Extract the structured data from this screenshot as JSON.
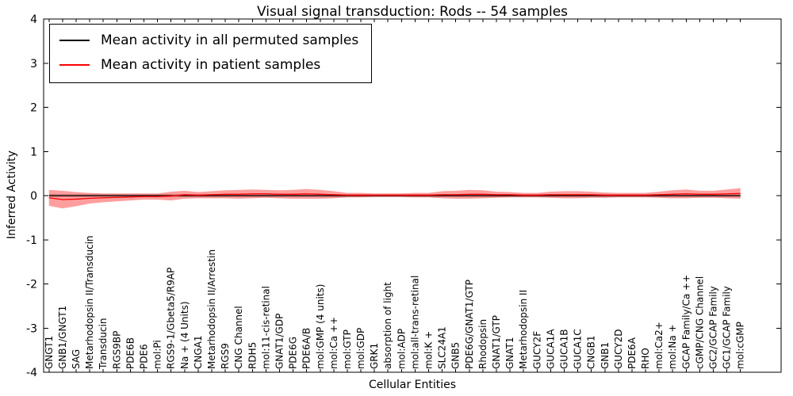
{
  "figure": {
    "background": "#ffffff"
  },
  "chart_data": {
    "type": "line",
    "title": "Visual signal transduction: Rods -- 54 samples",
    "xlabel": "Cellular Entities",
    "ylabel": "Inferred Activity",
    "ylim": [
      -4,
      4
    ],
    "xlim": [
      -0.4,
      54
    ],
    "yticks": [
      -4,
      -3,
      -2,
      -1,
      0,
      1,
      2,
      3,
      4
    ],
    "grid": false,
    "legend_position": "upper left",
    "categories": [
      "GNGT1",
      "GNB1/GNGT1",
      "SAG",
      "Metarhodopsin II/Transducin",
      "Transducin",
      "RGS9BP",
      "PDE6B",
      "PDE6",
      "mol:Pi",
      "RGS9-1/Gbeta5/R9AP",
      "Na + (4 Units)",
      "CNGA1",
      "Metarhodopsin II/Arrestin",
      "RGS9",
      "CNG Channel",
      "RDH5",
      "mol:11-cis-retinal",
      "GNAT1/GDP",
      "PDE6G",
      "PDE6A/B",
      "mol:GMP (4 units)",
      "mol:Ca ++",
      "mol:GTP",
      "mol:GDP",
      "GRK1",
      "absorption of light",
      "mol:ADP",
      "mol:all-trans-retinal",
      "mol:K +",
      "SLC24A1",
      "GNB5",
      "PDE6G/GNAT1/GTP",
      "Rhodopsin",
      "GNAT1/GTP",
      "GNAT1",
      "Metarhodopsin II",
      "GUCY2F",
      "GUCA1A",
      "GUCA1B",
      "GUCA1C",
      "CNGB1",
      "GNB1",
      "GUCY2D",
      "PDE6A",
      "RHO",
      "mol:Ca2+",
      "mol:Na +",
      "GCAP Family/Ca ++",
      "cGMP/CNG Channel",
      "GC2/GCAP Family",
      "GC1/GCAP Family",
      "mol:cGMP"
    ],
    "series": [
      {
        "name": "Mean activity in all permuted samples",
        "color": "#000000",
        "band_color": "#999999",
        "band_alpha": 0.45,
        "values": [
          0,
          0,
          0,
          0,
          0,
          0,
          0,
          0,
          0,
          0,
          0,
          0,
          0,
          0,
          0,
          0,
          0,
          0,
          0,
          0,
          0,
          0,
          0,
          0,
          0,
          0,
          0,
          0,
          0,
          0,
          0,
          0,
          0,
          0,
          0,
          0,
          0,
          0,
          0,
          0,
          0,
          0,
          0,
          0,
          0,
          0,
          0,
          0,
          0,
          0,
          0,
          0
        ],
        "band": [
          0.035,
          0.035,
          0.035,
          0.035,
          0.035,
          0.035,
          0.035,
          0.035,
          0.035,
          0.035,
          0.035,
          0.035,
          0.035,
          0.035,
          0.035,
          0.035,
          0.035,
          0.035,
          0.035,
          0.035,
          0.035,
          0.035,
          0.035,
          0.035,
          0.035,
          0.035,
          0.035,
          0.035,
          0.035,
          0.035,
          0.035,
          0.035,
          0.035,
          0.035,
          0.035,
          0.035,
          0.035,
          0.035,
          0.035,
          0.035,
          0.035,
          0.035,
          0.035,
          0.035,
          0.035,
          0.035,
          0.035,
          0.035,
          0.035,
          0.035,
          0.035,
          0.035
        ]
      },
      {
        "name": "Mean activity in patient samples",
        "color": "#ff0000",
        "band_color": "#ff0000",
        "band_alpha": 0.38,
        "values": [
          -0.05,
          -0.09,
          -0.08,
          -0.06,
          -0.05,
          -0.04,
          -0.03,
          -0.02,
          -0.02,
          -0.01,
          0.02,
          0.01,
          0.02,
          0.03,
          0.03,
          0.04,
          0.04,
          0.03,
          0.03,
          0.04,
          0.03,
          0.02,
          0.01,
          0.01,
          0.01,
          0.01,
          0.01,
          0.01,
          0.01,
          0.02,
          0.02,
          0.03,
          0.03,
          0.02,
          0.02,
          0.01,
          0.01,
          0.02,
          0.02,
          0.02,
          0.02,
          0.01,
          0.01,
          0.01,
          0.01,
          0.02,
          0.03,
          0.04,
          0.03,
          0.03,
          0.04,
          0.05
        ],
        "band": [
          0.18,
          0.2,
          0.16,
          0.12,
          0.1,
          0.09,
          0.08,
          0.07,
          0.07,
          0.1,
          0.09,
          0.07,
          0.08,
          0.09,
          0.1,
          0.1,
          0.09,
          0.09,
          0.1,
          0.11,
          0.1,
          0.08,
          0.05,
          0.05,
          0.04,
          0.04,
          0.04,
          0.05,
          0.05,
          0.08,
          0.09,
          0.1,
          0.09,
          0.07,
          0.06,
          0.05,
          0.05,
          0.07,
          0.08,
          0.08,
          0.07,
          0.06,
          0.05,
          0.05,
          0.05,
          0.07,
          0.09,
          0.1,
          0.08,
          0.08,
          0.1,
          0.12
        ]
      }
    ]
  }
}
